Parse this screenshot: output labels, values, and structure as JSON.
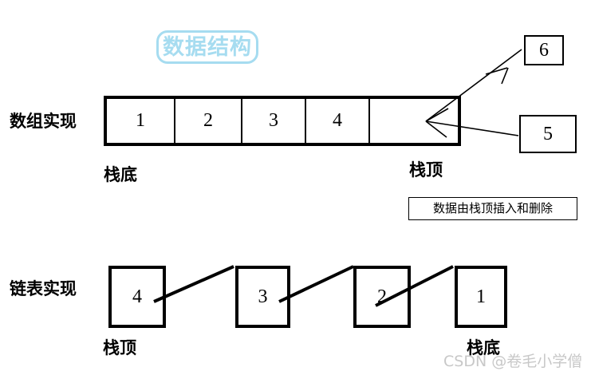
{
  "title": {
    "text": "数据结构"
  },
  "array_section": {
    "row_label": "数组实现",
    "cells": [
      {
        "value": "1"
      },
      {
        "value": "2"
      },
      {
        "value": "3"
      },
      {
        "value": "4"
      },
      {
        "value": ""
      }
    ],
    "bottom_label": "栈底",
    "top_label": "栈顶",
    "push_box": "6",
    "pop_box": "5",
    "note": "数据由栈顶插入和删除"
  },
  "list_section": {
    "row_label": "链表实现",
    "nodes": [
      {
        "value": "4"
      },
      {
        "value": "3"
      },
      {
        "value": "2"
      },
      {
        "value": "1"
      }
    ],
    "top_label": "栈顶",
    "bottom_label": "栈底"
  },
  "watermark": {
    "text": "CSDN @卷毛小学僧"
  },
  "colors": {
    "title_accent": "#a6dcf0",
    "stroke": "#000000",
    "watermark": "#c8c8c8",
    "background": "#ffffff"
  }
}
